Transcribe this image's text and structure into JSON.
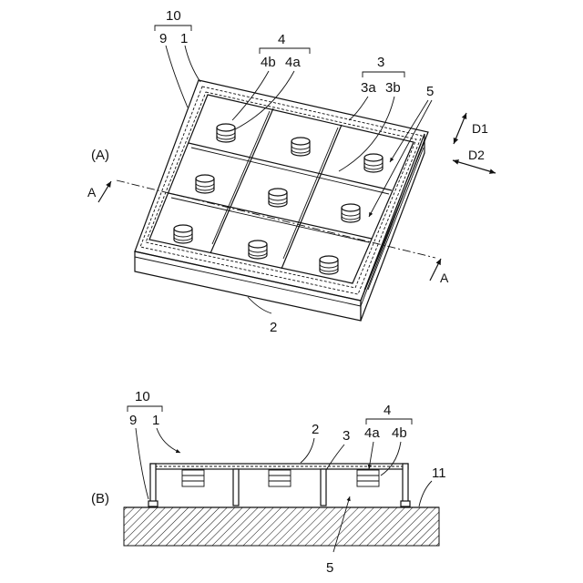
{
  "panel_a": {
    "label": "(A)",
    "callouts": {
      "group_10": "10",
      "n9": "9",
      "n1": "1",
      "group_4": "4",
      "n4b": "4b",
      "n4a": "4a",
      "group_3": "3",
      "n3a": "3a",
      "n3b": "3b",
      "n5": "5",
      "n2": "2"
    },
    "section_marks": {
      "left": "A",
      "right": "A"
    },
    "directions": {
      "d1": "D1",
      "d2": "D2"
    }
  },
  "panel_b": {
    "label": "(B)",
    "callouts": {
      "group_10": "10",
      "n9": "9",
      "n1": "1",
      "n2": "2",
      "n3": "3",
      "group_4": "4",
      "n4a": "4a",
      "n4b": "4b",
      "n11": "11",
      "n5": "5"
    }
  }
}
